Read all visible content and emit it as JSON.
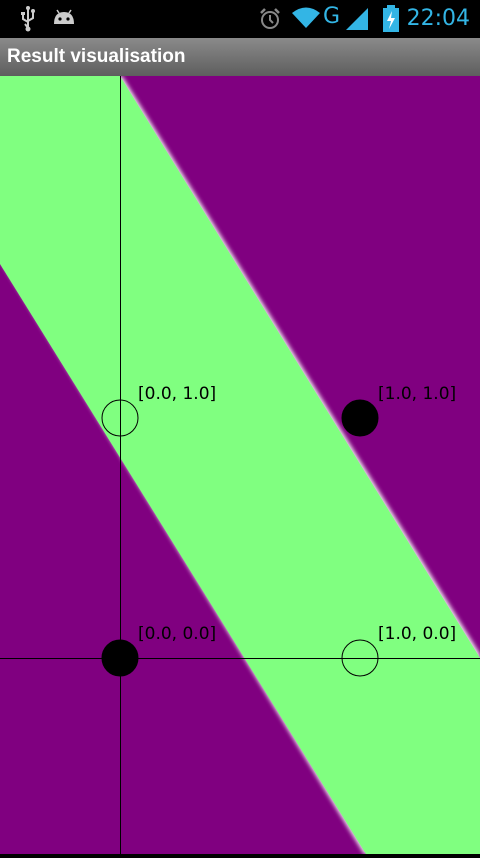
{
  "status_bar": {
    "time": "22:04",
    "network_type": "G",
    "icons": [
      "usb-icon",
      "android-debug-icon",
      "alarm-icon",
      "wifi-icon",
      "signal-icon",
      "battery-charging-icon"
    ]
  },
  "app_bar": {
    "title": "Result visualisation"
  },
  "visualisation": {
    "colors": {
      "background_class": "#800080",
      "band_class": "#80ff80",
      "axis": "#000000",
      "point": "#000000"
    },
    "points": [
      {
        "label": "[0.0, 1.0]",
        "x": 0.0,
        "y": 1.0,
        "filled": false
      },
      {
        "label": "[1.0, 1.0]",
        "x": 1.0,
        "y": 1.0,
        "filled": true
      },
      {
        "label": "[0.0, 0.0]",
        "x": 0.0,
        "y": 0.0,
        "filled": true
      },
      {
        "label": "[1.0, 0.0]",
        "x": 1.0,
        "y": 0.0,
        "filled": false
      }
    ]
  }
}
